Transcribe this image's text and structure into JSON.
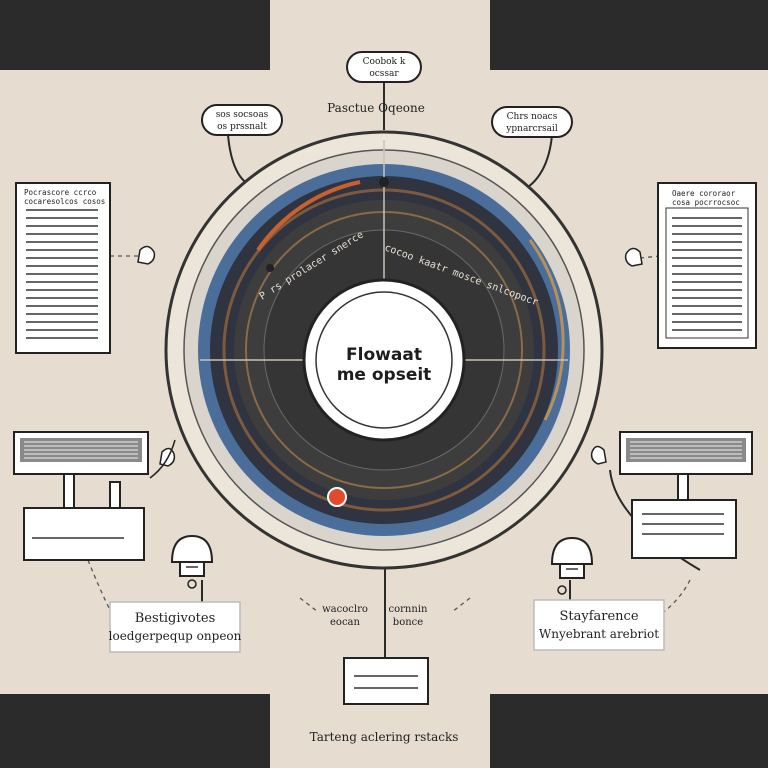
{
  "center": {
    "line1": "Flowaat",
    "line2": "me opseit"
  },
  "top_bubble": {
    "line1": "Coobok k",
    "line2": "ocssar"
  },
  "top_caption": "Pasctue Oqeone",
  "left_bubble": {
    "line1": "sos socsoas",
    "line2": "os prssnalt"
  },
  "right_bubble": {
    "line1": "Chrs noacs",
    "line2": "ypnarcrsail"
  },
  "ring_label_left": "P rs prolacer snerce",
  "ring_label_right": "cocoo kaatr mosce snlcopocr",
  "doc_left_header": [
    "Pocrascore ccrco",
    "cocaresolcos cosos"
  ],
  "doc_right_header": [
    "Oaere cororaor",
    "cosa pocrrocsoc"
  ],
  "card_left": {
    "line1": "Bestigivotes",
    "line2": "loedgerpequp onpeon"
  },
  "card_right": {
    "line1": "Stayfarence",
    "line2": "Wnyebrant arebriot"
  },
  "bottom_notes": {
    "left": [
      "wacoclro",
      "eocan"
    ],
    "right": [
      "cornnin",
      "bonce"
    ]
  },
  "footer_caption": "Tarteng aclering rstacks",
  "colors": {
    "frame": "#2b2b2b",
    "background": "#e6ddd0",
    "ring_blue": "#4a6d9a",
    "accent_red": "#e24a2b",
    "accent_orange": "#c8612e"
  }
}
